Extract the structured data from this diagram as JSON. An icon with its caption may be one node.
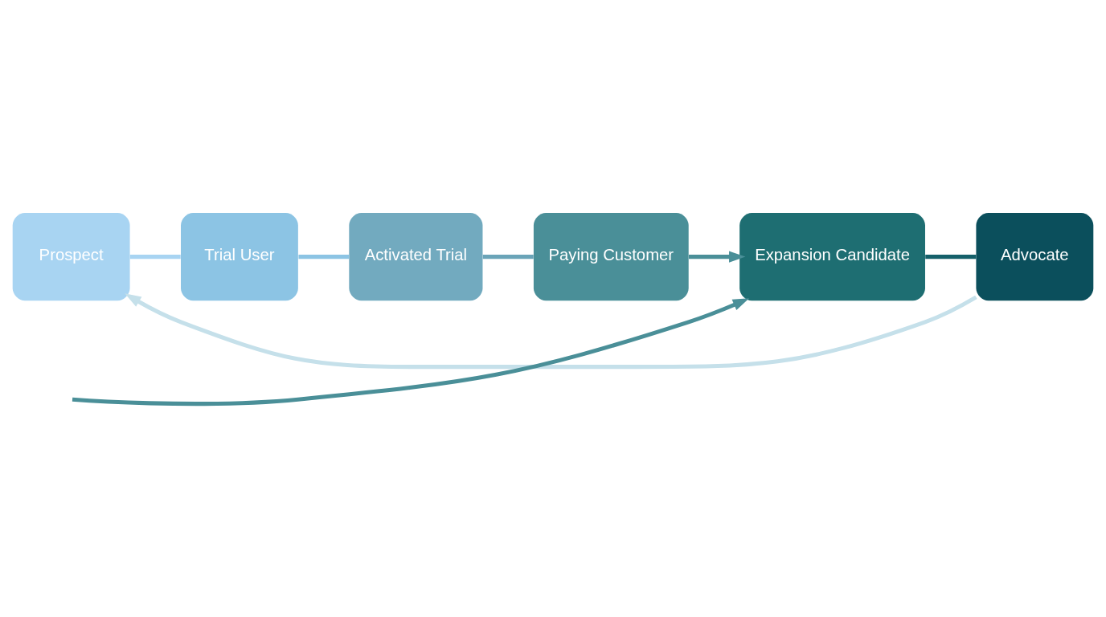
{
  "diagram": {
    "nodes": [
      {
        "text": [
          "Prospect"
        ]
      },
      {
        "text": [
          "Trial User"
        ]
      },
      {
        "text": [
          "Activated Trial"
        ]
      },
      {
        "text": [
          "Paying Customer"
        ]
      },
      {
        "text": [
          "Expansion Candidate"
        ]
      },
      {
        "text": [
          "Advocate"
        ]
      }
    ],
    "edges": [
      {
        "from": 0,
        "to": 1,
        "arrow": "none",
        "color": "#a8d4f2"
      },
      {
        "from": 1,
        "to": 2,
        "arrow": "none",
        "color": "#8cc4e4"
      },
      {
        "from": 2,
        "to": 3,
        "arrow": "none",
        "color": "#6aa4b8"
      },
      {
        "from": 3,
        "to": 4,
        "arrow": "to",
        "color": "#4a8f98"
      },
      {
        "from": 4,
        "to": 5,
        "arrow": "none",
        "color": "#15606a"
      },
      {
        "from": null,
        "to": 4,
        "arrow": "to",
        "color": "#4a8f98"
      },
      {
        "from": 5,
        "to": 0,
        "arrow": "to",
        "color": "#c5e0ea"
      }
    ]
  }
}
